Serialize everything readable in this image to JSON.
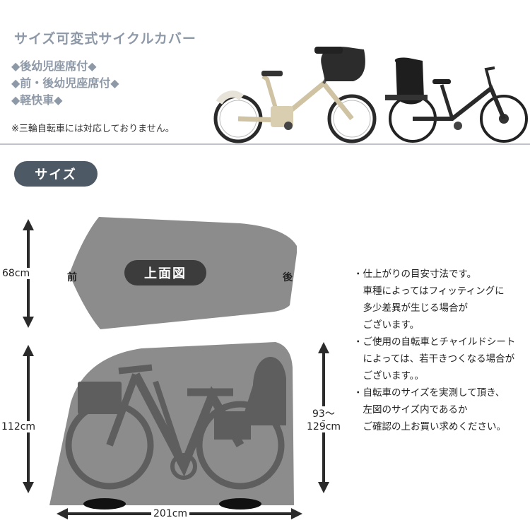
{
  "header": {
    "title": "サイズ可変式サイクルカバー",
    "types": [
      "◆後幼児座席付◆",
      "◆前・後幼児座席付◆",
      "◆軽快車◆"
    ],
    "note": "※三輪自転車には対応しておりません。"
  },
  "section": {
    "label": "サイズ"
  },
  "top_view": {
    "label": "上面図",
    "front": "前",
    "rear": "後",
    "width": "68cm"
  },
  "side_view": {
    "height": "112cm",
    "rear_height_line1": "93～",
    "rear_height_line2": "129cm",
    "length": "201cm"
  },
  "notes": [
    "・仕上がりの目安寸法です。",
    "　車種によってはフィッティングに",
    "　多少差異が生じる場合が",
    "　ございます。",
    "・ご使用の自転車とチャイルドシート",
    "　によっては、若干きつくなる場合が",
    "　ございます。。",
    "・自転車のサイズを実測して頂き、",
    "　左図のサイズ内であるか",
    "　ご確認の上お買い求めください。"
  ],
  "colors": {
    "title": "#8e99a8",
    "pill": "#4e5966",
    "cover": "#8c8c8c",
    "bike_silhouette": "#5e5e5e",
    "arrow": "#2b2b2b"
  }
}
